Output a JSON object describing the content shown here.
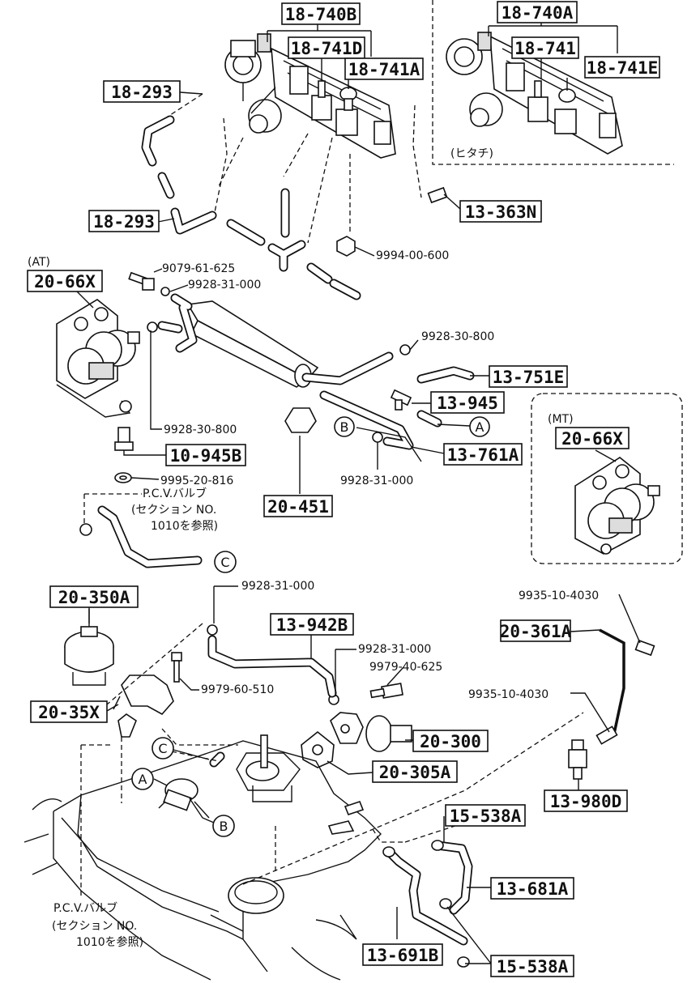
{
  "parts": {
    "p18_740B": "18-740B",
    "p18_741D": "18-741D",
    "p18_741A": "18-741A",
    "p18_740A": "18-740A",
    "p18_741": "18-741",
    "p18_741E": "18-741E",
    "p18_293_a": "18-293",
    "p18_293_b": "18-293",
    "p13_363N": "13-363N",
    "p20_66X_at": "20-66X",
    "p20_66X_mt": "20-66X",
    "p13_751E": "13-751E",
    "p13_945": "13-945",
    "p13_761A": "13-761A",
    "p10_945B": "10-945B",
    "p20_451": "20-451",
    "p20_350A": "20-350A",
    "p13_942B": "13-942B",
    "p20_361A": "20-361A",
    "p20_35X": "20-35X",
    "p20_300": "20-300",
    "p20_305A": "20-305A",
    "p13_980D": "13-980D",
    "p15_538A_a": "15-538A",
    "p15_538A_b": "15-538A",
    "p13_681A": "13-681A",
    "p13_691B": "13-691B"
  },
  "small_labels": {
    "s9994_00_600": "9994-00-600",
    "s9079_61_625": "9079-61-625",
    "s9928_31_000_a": "9928-31-000",
    "s9928_30_800_a": "9928-30-800",
    "s9928_30_800_b": "9928-30-800",
    "s9995_20_816": "9995-20-816",
    "s9928_31_000_b": "9928-31-000",
    "s9928_31_000_c": "9928-31-000",
    "s9928_31_000_d": "9928-31-000",
    "s9979_40_625": "9979-40-625",
    "s9979_60_510": "9979-60-510",
    "s9935_10_4030_a": "9935-10-4030",
    "s9935_10_4030_b": "9935-10-4030"
  },
  "notes": {
    "hitachi": "(ヒタチ)",
    "at": "(AT)",
    "mt": "(MT)",
    "pcv1_l1": "P.C.V.バルブ",
    "pcv1_l2": "(セクション NO.",
    "pcv1_l3": "1010を参照)",
    "pcv2_l1": "P.C.V.バルブ",
    "pcv2_l2": "(セクション NO.",
    "pcv2_l3": "1010を参照)"
  },
  "callouts": {
    "A_right": "A",
    "B_left": "B",
    "C_right": "C",
    "C_engine": "C",
    "A_engine": "A",
    "B_engine": "B"
  }
}
